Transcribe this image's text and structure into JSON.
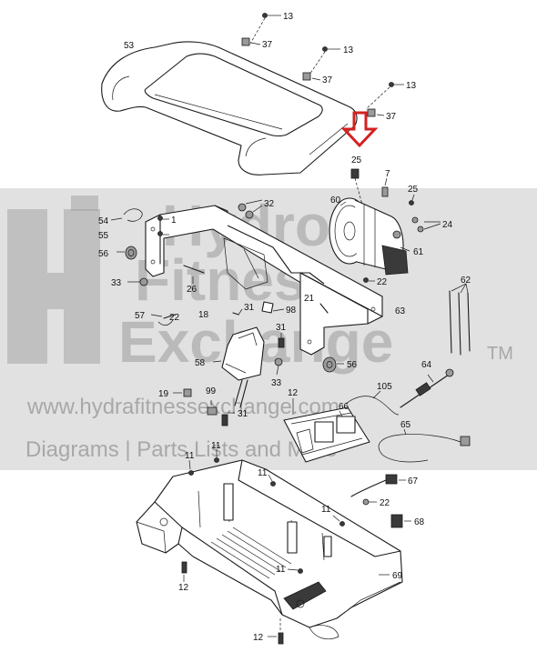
{
  "diagram": {
    "callouts": [
      {
        "id": "c13a",
        "text": "13"
      },
      {
        "id": "c37a",
        "text": "37"
      },
      {
        "id": "c53",
        "text": "53"
      },
      {
        "id": "c13b",
        "text": "13"
      },
      {
        "id": "c37b",
        "text": "37"
      },
      {
        "id": "c13c",
        "text": "13"
      },
      {
        "id": "c37c",
        "text": "37"
      },
      {
        "id": "c25a",
        "text": "25"
      },
      {
        "id": "c7",
        "text": "7"
      },
      {
        "id": "c25b",
        "text": "25"
      },
      {
        "id": "c32",
        "text": "32"
      },
      {
        "id": "c60",
        "text": "60"
      },
      {
        "id": "c24",
        "text": "24"
      },
      {
        "id": "c54",
        "text": "54"
      },
      {
        "id": "c1",
        "text": "1"
      },
      {
        "id": "c55",
        "text": "55"
      },
      {
        "id": "c56a",
        "text": "56"
      },
      {
        "id": "c61",
        "text": "61"
      },
      {
        "id": "c62",
        "text": "62"
      },
      {
        "id": "c26",
        "text": "26"
      },
      {
        "id": "c33a",
        "text": "33"
      },
      {
        "id": "c22a",
        "text": "22"
      },
      {
        "id": "c21",
        "text": "21"
      },
      {
        "id": "c98",
        "text": "98"
      },
      {
        "id": "c63",
        "text": "63"
      },
      {
        "id": "c57",
        "text": "57"
      },
      {
        "id": "c22b",
        "text": "22"
      },
      {
        "id": "c18",
        "text": "18"
      },
      {
        "id": "c31a",
        "text": "31"
      },
      {
        "id": "c31b",
        "text": "31"
      },
      {
        "id": "c58",
        "text": "58"
      },
      {
        "id": "c33b",
        "text": "33"
      },
      {
        "id": "c56b",
        "text": "56"
      },
      {
        "id": "c105",
        "text": "105"
      },
      {
        "id": "c64",
        "text": "64"
      },
      {
        "id": "c19",
        "text": "19"
      },
      {
        "id": "c99",
        "text": "99"
      },
      {
        "id": "c12a",
        "text": "12"
      },
      {
        "id": "c66",
        "text": "66"
      },
      {
        "id": "c31c",
        "text": "31"
      },
      {
        "id": "c65",
        "text": "65"
      },
      {
        "id": "c11a",
        "text": "11"
      },
      {
        "id": "c11b",
        "text": "11"
      },
      {
        "id": "c11c",
        "text": "11"
      },
      {
        "id": "c67",
        "text": "67"
      },
      {
        "id": "c22c",
        "text": "22"
      },
      {
        "id": "c11d",
        "text": "11"
      },
      {
        "id": "c68",
        "text": "68"
      },
      {
        "id": "c11e",
        "text": "11"
      },
      {
        "id": "c69",
        "text": "69"
      },
      {
        "id": "c12b",
        "text": "12"
      },
      {
        "id": "c12c",
        "text": "12"
      }
    ]
  },
  "watermark": {
    "logo_line1": "Hydro",
    "logo_line2": "Fitness",
    "logo_line3": "Exchange",
    "trademark": "TM",
    "url": "www.hydrafitnessexchange.com",
    "tagline": "Diagrams | Parts Lists and More"
  },
  "colors": {
    "arrow": "#d42020",
    "line": "#1a1a1a",
    "watermark_band": "#c8c8c8",
    "watermark_text": "#8c8c8c"
  }
}
